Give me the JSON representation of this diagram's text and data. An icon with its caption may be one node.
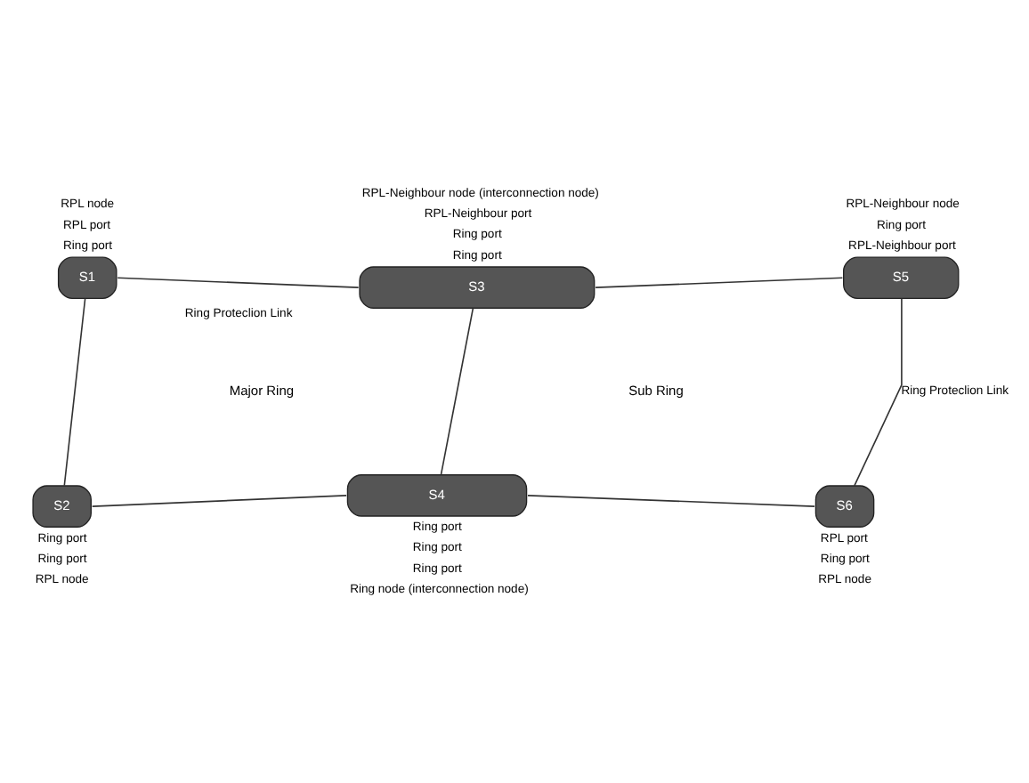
{
  "diagram": {
    "nodes": [
      {
        "text": [
          "S1"
        ],
        "beside": [
          "RPL node",
          "RPL port",
          "Ring port"
        ]
      },
      {
        "text": [
          "S3"
        ],
        "beside": [
          "RPL-Neighbour node (interconnection node)",
          "RPL-Neighbour port",
          "Ring port",
          "Ring port"
        ]
      },
      {
        "text": [
          "S5"
        ],
        "beside": [
          "RPL-Neighbour node",
          "Ring port",
          "RPL-Neighbour port"
        ]
      },
      {
        "text": [
          "S2"
        ],
        "beside": [
          "Ring port",
          "Ring port",
          "RPL node"
        ]
      },
      {
        "text": [
          "S4"
        ],
        "beside": [
          "Ring port",
          "Ring port",
          "Ring port",
          "Ring node (interconnection node)"
        ]
      },
      {
        "text": [
          "S6"
        ],
        "beside": [
          "RPL port",
          "Ring port",
          "RPL node"
        ]
      }
    ],
    "edges": [
      {
        "from": 0,
        "to": 1,
        "arrow": "none",
        "label": "Ring Proteclion Link"
      },
      {
        "from": 1,
        "to": 2,
        "arrow": "none"
      },
      {
        "from": 0,
        "to": 3,
        "arrow": "none"
      },
      {
        "from": 1,
        "to": 4,
        "arrow": "none"
      },
      {
        "from": 2,
        "to": 5,
        "arrow": "none",
        "label": "Ring Proteclion Link"
      },
      {
        "from": 3,
        "to": 4,
        "arrow": "none"
      },
      {
        "from": 4,
        "to": 5,
        "arrow": "none"
      }
    ],
    "labels": [
      "Major Ring",
      "Sub Ring"
    ]
  }
}
